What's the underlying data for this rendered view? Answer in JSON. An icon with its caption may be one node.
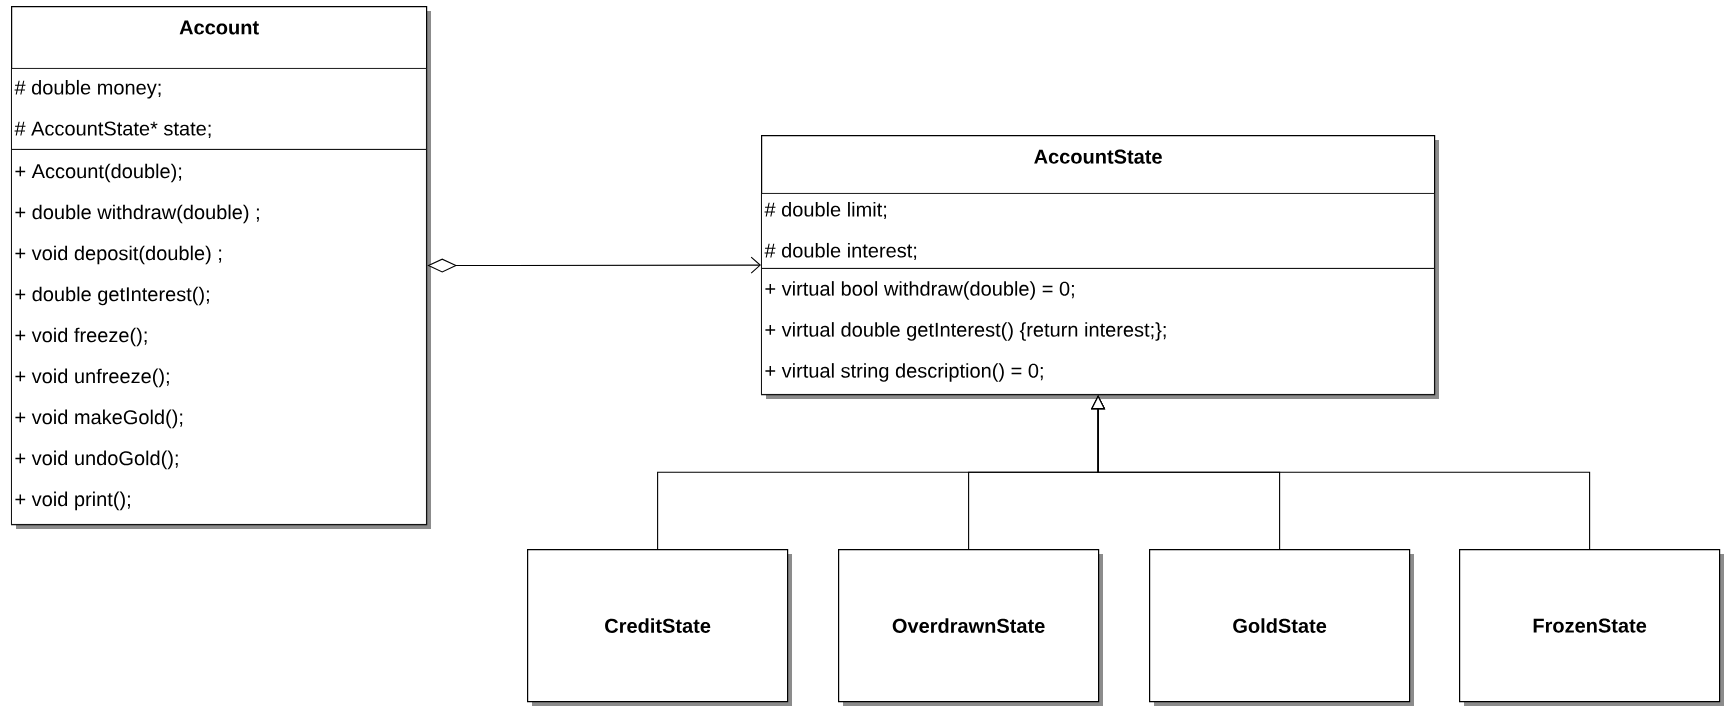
{
  "diagram": {
    "nodes": [
      {
        "text": [
          "Account"
        ]
      },
      {
        "text": [
          "# double money;",
          "# AccountState* state;"
        ],
        "in": 0
      },
      {
        "text": [
          "+ Account(double);",
          "+ double withdraw(double) ;",
          "+ void deposit(double) ;",
          "+ double getInterest();",
          "+ void freeze();",
          "+ void unfreeze();",
          "+ void makeGold();",
          "+ void undoGold();",
          "+ void print();"
        ],
        "in": 0
      },
      {
        "text": [
          "AccountState"
        ]
      },
      {
        "text": [
          "# double limit;",
          "# double interest;"
        ],
        "in": 3
      },
      {
        "text": [
          "+ virtual bool withdraw(double) = 0;",
          "+ virtual double getInterest() {return interest;};",
          "+ virtual string description() = 0;"
        ],
        "in": 3
      },
      {
        "text": [
          "CreditState"
        ]
      },
      {
        "text": [
          "OverdrawnState"
        ]
      },
      {
        "text": [
          "GoldState"
        ]
      },
      {
        "text": [
          "FrozenState"
        ]
      }
    ],
    "edges": [
      {
        "from": 0,
        "to": 3,
        "arrow": "to"
      },
      {
        "from": 6,
        "to": 3,
        "arrow": "to"
      },
      {
        "from": 7,
        "to": 3,
        "arrow": "to"
      },
      {
        "from": 8,
        "to": 3,
        "arrow": "to"
      },
      {
        "from": 9,
        "to": 3,
        "arrow": "to"
      }
    ]
  }
}
